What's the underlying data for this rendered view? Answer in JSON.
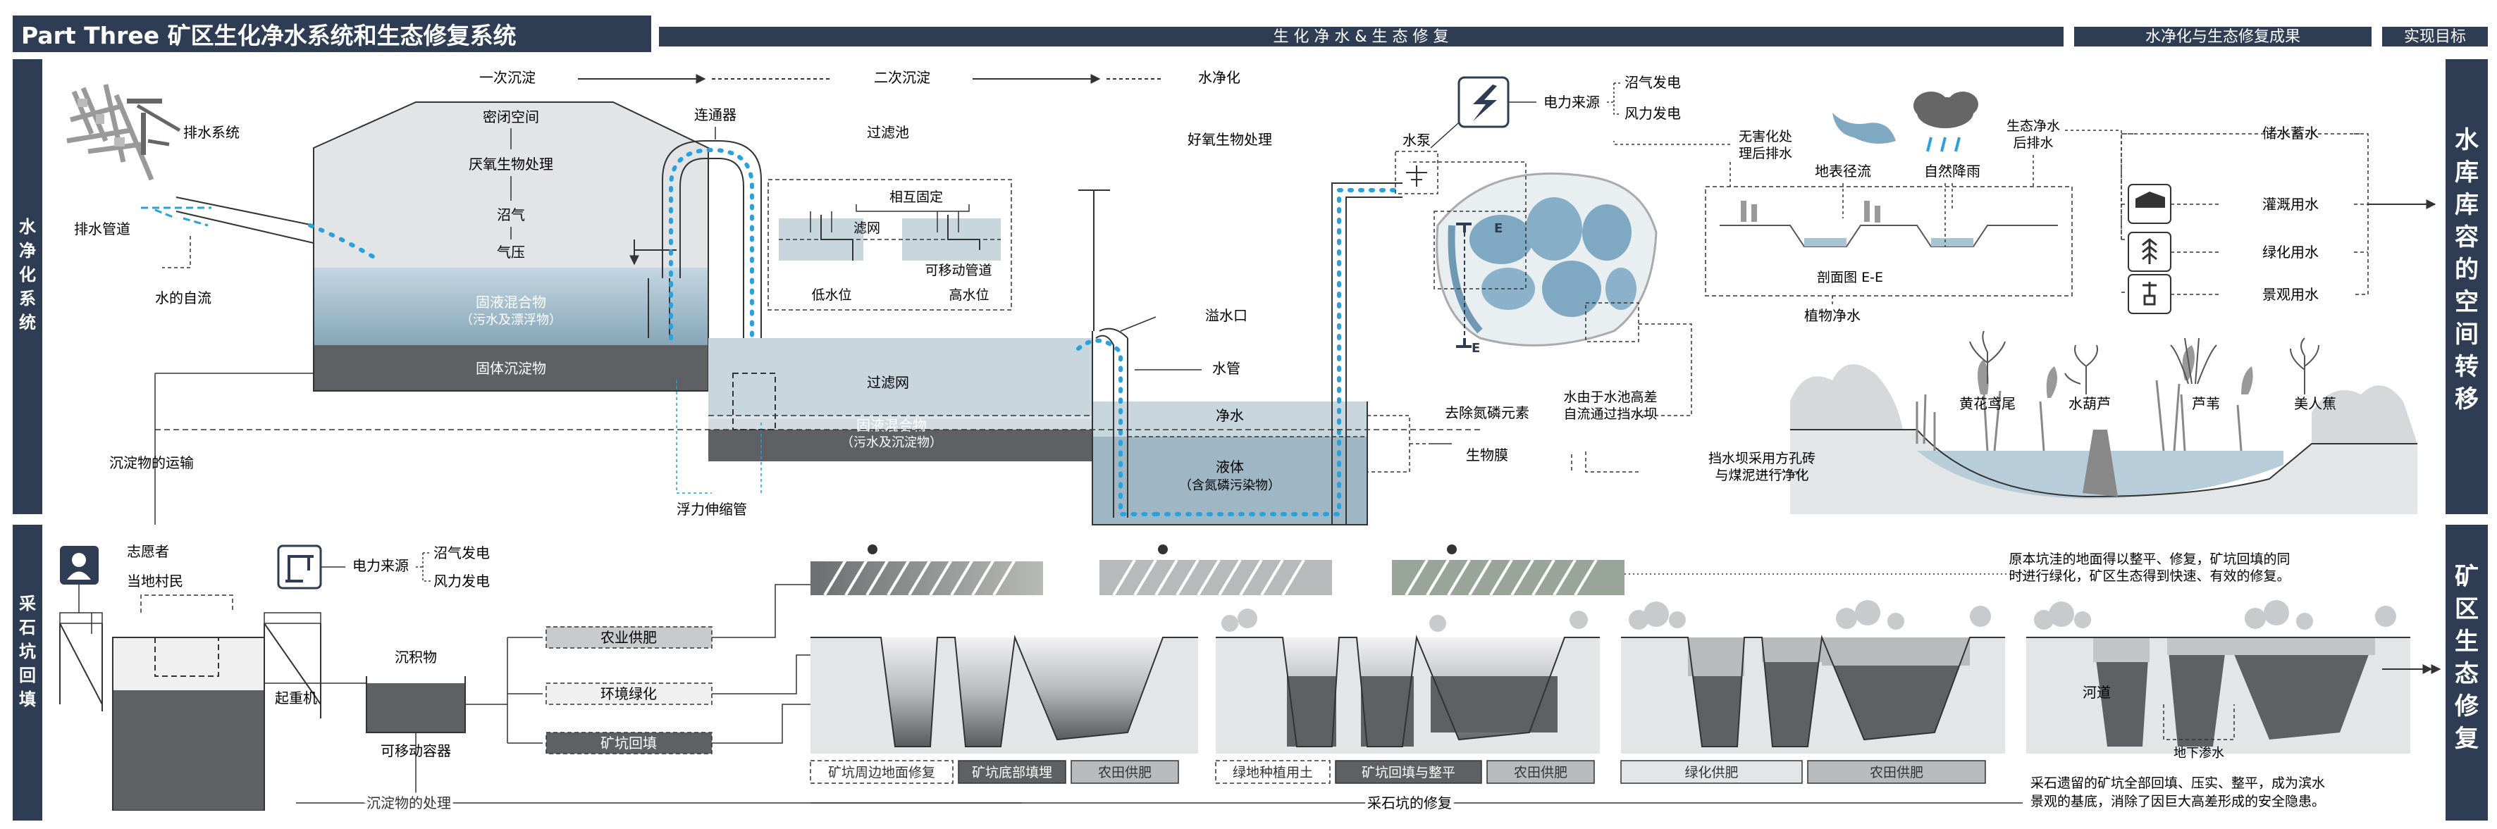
{
  "header": {
    "title": "Part Three 矿区生化净水系统和生态修复系统",
    "bar_main": "生 化 净 水 & 生 态 修 复",
    "bar_result": "水净化与生态修复成果",
    "bar_goal": "实现目标"
  },
  "sections": {
    "top_label": [
      "水",
      "净",
      "化",
      "系",
      "统"
    ],
    "bottom_label": [
      "采",
      "石",
      "坑",
      "回",
      "填"
    ],
    "goal_top": [
      "水",
      "库",
      "库",
      "容",
      "的",
      "空",
      "间",
      "转",
      "移"
    ],
    "goal_bottom": [
      "矿",
      "区",
      "生",
      "态",
      "修",
      "复"
    ]
  },
  "flow": {
    "primary": "一次沉淀",
    "secondary": "二次沉淀",
    "purify": "水净化"
  },
  "top": {
    "drainage_system": "排水系统",
    "drain_pipe": "排水管道",
    "self_flow": "水的自流",
    "sealed_space": "密闭空间",
    "anaerobic": "厌氧生物处理",
    "biogas": "沼气",
    "pressure": "气压",
    "mix1_line1": "固液混合物",
    "mix1_line2": "（污水及漂浮物）",
    "solid": "固体沉淀物",
    "connector": "连通器",
    "filter_pool": "过滤池",
    "fixed": "相互固定",
    "filter_net_small": "滤网",
    "movable_pipe": "可移动管道",
    "low_level": "低水位",
    "high_level": "高水位",
    "filter_net": "过滤网",
    "mix2_line1": "固液混合物",
    "mix2_line2": "（污水及沉淀物）",
    "float_pipe": "浮力伸缩管",
    "sediment_transport": "沉淀物的运输",
    "aerobic": "好氧生物处理",
    "overflow": "溢水口",
    "water_pipe": "水管",
    "clean_water": "净水",
    "liquid_line1": "液体",
    "liquid_line2": "（含氮磷污染物）",
    "remove_np": "去除氮磷元素",
    "biofilm": "生物膜",
    "pump": "水泵",
    "power_source": "电力来源",
    "biogas_power": "沼气发电",
    "wind_power": "风力发电",
    "harmless_line1": "无害化处",
    "harmless_line2": "理后排水",
    "surface_runoff": "地表径流",
    "rainfall": "自然降雨",
    "eco_line1": "生态净水",
    "eco_line2": "后排水",
    "section_ee": "剖面图 E-E",
    "plant_purify": "植物净水",
    "plant1": "黄花鸢尾",
    "plant2": "水葫芦",
    "plant3": "芦苇",
    "plant4": "美人蕉",
    "dam_line1": "水由于水池高差",
    "dam_line2": "自流通过挡水坝",
    "brick_line1": "挡水坝采用方孔砖",
    "brick_line2": "与煤泥进行净化",
    "storage": "储水蓄水",
    "irrigation": "灌溉用水",
    "greening": "绿化用水",
    "landscape": "景观用水",
    "section_mark": "E"
  },
  "bottom": {
    "volunteer": "志愿者",
    "villagers": "当地村民",
    "power_source": "电力来源",
    "biogas_power": "沼气发电",
    "wind_power": "风力发电",
    "crane": "起重机",
    "sediment": "沉积物",
    "movable_container": "可移动容器",
    "ag_fertilizer": "农业供肥",
    "env_greening": "环境绿化",
    "pit_backfill": "矿坑回填",
    "sediment_treatment": "沉淀物的处理",
    "pit_restoration": "采石坑的修复",
    "stage1": [
      "矿坑周边地面修复",
      "矿坑底部填埋",
      "农田供肥"
    ],
    "stage2": [
      "绿地种植用土",
      "矿坑回填与整平",
      "农田供肥"
    ],
    "stage3": [
      "绿化供肥",
      "农田供肥"
    ],
    "river": "河道",
    "underground": "地下渗水",
    "note1_line1": "原本坑洼的地面得以整平、修复，矿坑回填的同",
    "note1_line2": "时进行绿化，矿区生态得到快速、有效的修复。",
    "note2_line1": "采石遗留的矿坑全部回填、压实、整平，成为滨水",
    "note2_line2": "景观的基底，消除了因巨大高差形成的安全隐患。"
  },
  "colors": {
    "navy": "#2e3d53",
    "water": "#a9c4d3",
    "water_dark": "#7f9fb2",
    "sludge": "#5f6063",
    "gray_light": "#e3e4e6",
    "dot_blue": "#2aa1dc"
  }
}
